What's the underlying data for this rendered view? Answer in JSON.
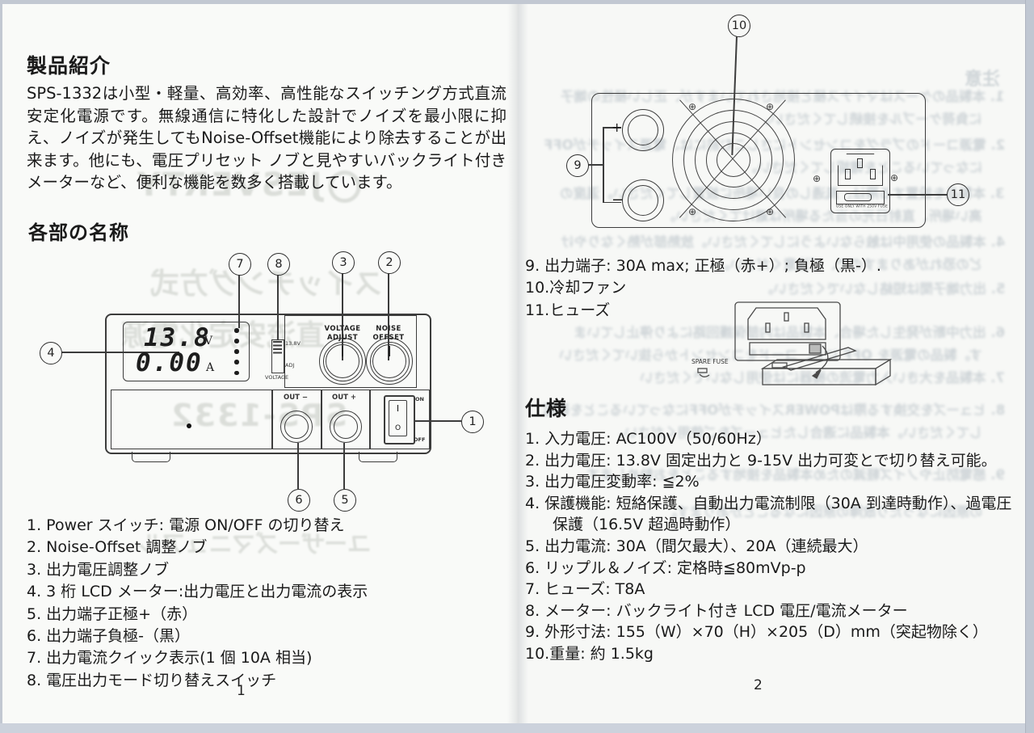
{
  "page_left": {
    "intro_heading": "製品紹介",
    "intro_body": "SPS-1332は小型・軽量、高効率、高性能なスイッチング方式直流安定化電源です。無線通信に特化した設計でノイズを最小限に抑え、ノイズが発生してもNoise-Offset機能により除去することが出来ます。他にも、電圧プリセット ノブと見やすいバックライト付きメーターなど、便利な機能を数多く搭載しています。",
    "parts_heading": "各部の名称",
    "parts_list": [
      "1. Power スイッチ: 電源 ON/OFF の切り替え",
      "2. Noise-Offset 調整ノブ",
      "3. 出力電圧調整ノブ",
      "4. 3 桁 LCD メーター:出力電圧と出力電流の表示",
      "5. 出力端子正極+（赤）",
      "6. 出力端子負極-（黒）",
      "7. 出力電流クイック表示(1 個 10A 相当)",
      "8. 電圧出力モード切り替えスイッチ"
    ],
    "page_number": "1"
  },
  "front_panel": {
    "lcd": {
      "voltage": "13.8",
      "voltage_unit": "V",
      "current": "0.00",
      "current_unit": "A"
    },
    "mode_switch": {
      "top_label": "13.8V",
      "mid_label": "ADJ",
      "bottom_label": "VOLTAGE"
    },
    "knob_voltage_label_1": "VOLTAGE",
    "knob_voltage_label_2": "ADJUST",
    "knob_noise_label_1": "NOISE",
    "knob_noise_label_2": "OFFSET",
    "out_neg_label": "OUT −",
    "out_pos_label": "OUT +",
    "power": {
      "on": "ON",
      "off": "OFF",
      "rocker_top": "I",
      "rocker_bottom": "O"
    }
  },
  "rear_panel": {
    "pos_label": "+",
    "neg_label": "−",
    "inlet_fuse_text": "USE ONLY WITH 250V FUSE"
  },
  "callouts": {
    "c1": "1",
    "c2": "2",
    "c3": "3",
    "c4": "4",
    "c5": "5",
    "c6": "6",
    "c7": "7",
    "c8": "8",
    "c9": "9",
    "c10": "10",
    "c11": "11"
  },
  "page_right": {
    "rear_list": [
      "9. 出力端子: 30A max; 正極（赤+）; 負極（黒-）.",
      "10.冷却ファン",
      "11.ヒューズ"
    ],
    "spare_fuse_label": "SPARE FUSE",
    "spec_heading": "仕様",
    "spec_list": [
      "1. 入力電圧: AC100V（50/60Hz）",
      "2. 出力電圧: 13.8V 固定出力と 9-15V 出力可変とで切り替え可能。",
      "3. 出力電圧変動率: ≦2%",
      "4. 保護機能: 短絡保護、自動出力電流制限（30A 到達時動作）、過電圧保護（16.5V 超過時動作）",
      "5. 出力電流: 30A（間欠最大）、20A（連続最大）",
      "6. リップル＆ノイズ: 定格時≦80mVp-p",
      "7. ヒューズ: T8A",
      "8. メーター: バックライト付き LCD 電圧/電流メーター",
      "9. 外形寸法: 155（W）×70（H）×205（D）mm（突起物除く）",
      "10.重量: 約 1.5kg"
    ],
    "page_number": "2"
  },
  "bleedthrough": {
    "left": {
      "brand": "JESVERTY",
      "line1": "スイッチング方式",
      "line2": "直流安定化電源",
      "line3": "SPS-1332",
      "line4": "ユーザーズマニュアル"
    },
    "right_heading": "注意",
    "right_lines": [
      "1. 本製品のケースはマイナス極と接地されていますが、正しい極性の端子",
      "に負荷ケーブルを接続してください。",
      "2. 電源コードのプラグをコンセントにさしこむ前には、電源スイッチがOFF",
      "になっていることを確認してください。",
      "3. 本製品を設置する際は、風通しの良い場所に設置してください。温度の",
      "高い場所、直射日光の当たる場所は避けてください。",
      "4. 本製品の使用中は触らないようにしてください。放熱部が熱くなりやけ",
      "どの恐れがありますので、ご注意ください。",
      "5. 出力端子間は短絡しないでください。",
      "6. 出力中断が発生した場合、本製品は内部保護回路により停止していま",
      "す。製品の電源を OFF にし、コードをコンセントから抜いてください",
      "7. 本製品を大きい入力電流の機器には使用しないでください",
      "8. ヒューズを交換する際はPOWERスイッチがOFFになっていることを確認",
      "してください。本製品に適合したヒューズをご使用ください。",
      "9. 感電防止やノイズ軽減のため本製品を接地することをお勧めします",
      "の原因になったり故障の原因になることがあります。"
    ]
  }
}
